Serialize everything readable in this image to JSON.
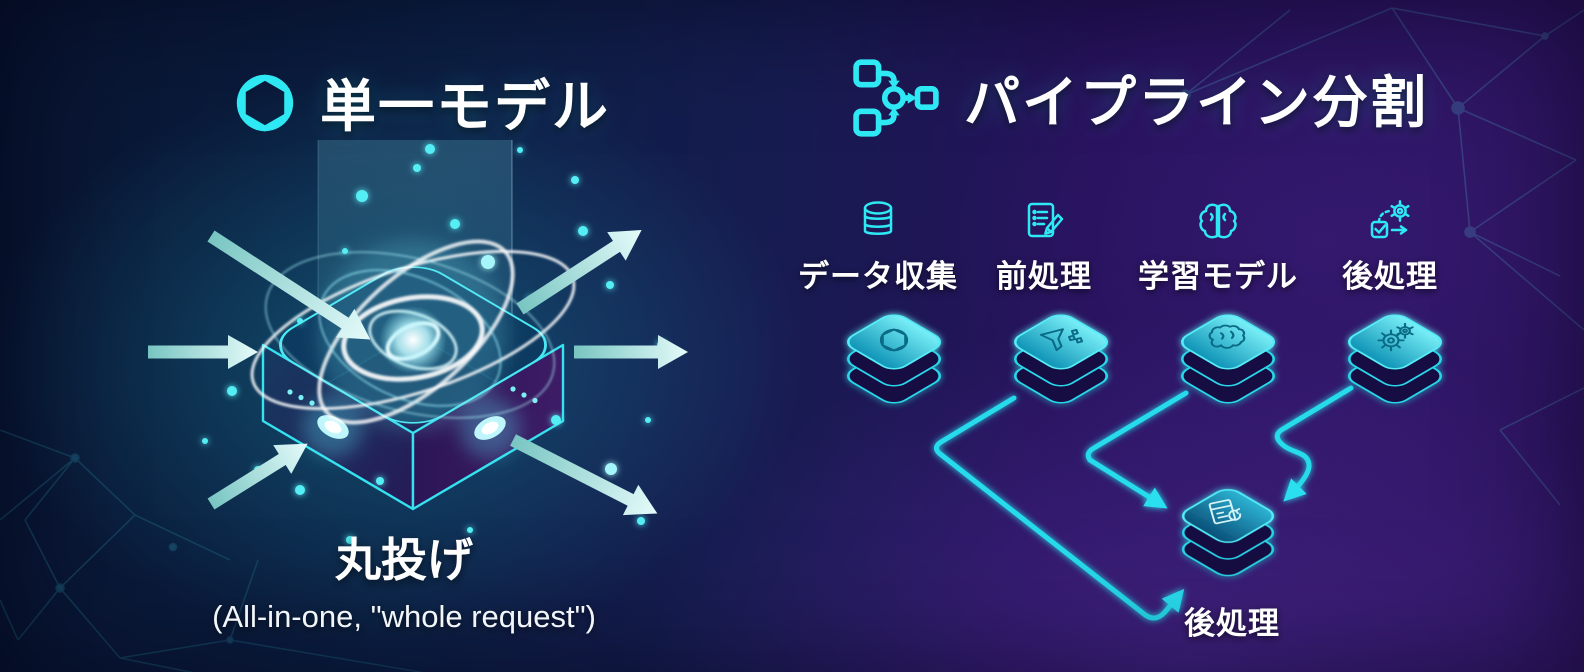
{
  "left": {
    "title": "単一モデル",
    "icon": "openai-logo",
    "caption_jp": "丸投げ",
    "caption_en": "(All-in-one, \"whole request\")"
  },
  "right": {
    "title": "パイプライン分割",
    "icon": "pipeline-flow",
    "stages": [
      {
        "label": "データ収集",
        "icon": "database"
      },
      {
        "label": "前処理",
        "icon": "document-edit"
      },
      {
        "label": "学習モデル",
        "icon": "brain"
      },
      {
        "label": "後処理",
        "icon": "process-check"
      }
    ],
    "final_stage": {
      "label": "後処理",
      "icon": "output-report"
    }
  },
  "colors": {
    "accent_cyan": "#2ee8f4",
    "arrow_teal": "#9fe0dc",
    "box_face_teal": "#2bd9e9",
    "background_left_navy": "#0c2045",
    "background_right_purple": "#2f1563",
    "network_line_left": "#1a526e",
    "network_line_right": "#3e5f95",
    "text": "#ffffff"
  }
}
